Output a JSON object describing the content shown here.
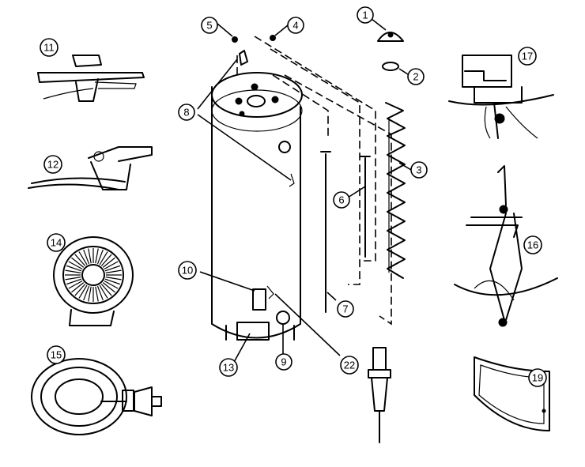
{
  "diagram": {
    "callouts": [
      {
        "id": "c1",
        "label": "1"
      },
      {
        "id": "c2",
        "label": "2"
      },
      {
        "id": "c3",
        "label": "3"
      },
      {
        "id": "c4",
        "label": "4"
      },
      {
        "id": "c5",
        "label": "5"
      },
      {
        "id": "c6",
        "label": "6"
      },
      {
        "id": "c7",
        "label": "7"
      },
      {
        "id": "c8",
        "label": "8"
      },
      {
        "id": "c9",
        "label": "9"
      },
      {
        "id": "c10",
        "label": "10"
      },
      {
        "id": "c11",
        "label": "11"
      },
      {
        "id": "c12",
        "label": "12"
      },
      {
        "id": "c13",
        "label": "13"
      },
      {
        "id": "c14",
        "label": "14"
      },
      {
        "id": "c15",
        "label": "15"
      },
      {
        "id": "c16",
        "label": "16"
      },
      {
        "id": "c17",
        "label": "17"
      },
      {
        "id": "c19",
        "label": "19"
      },
      {
        "id": "c22",
        "label": "22"
      }
    ]
  }
}
